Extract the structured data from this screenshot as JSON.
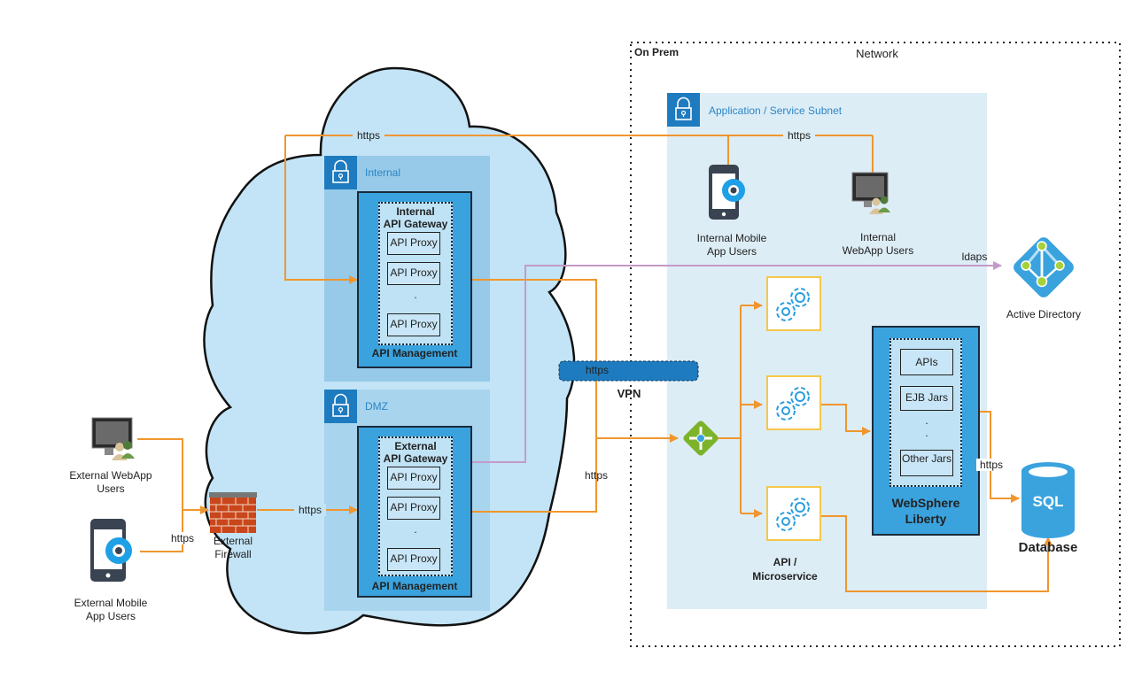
{
  "network": {
    "on_prem_label": "On Prem",
    "title": "Network"
  },
  "subnet": {
    "title": "Application / Service Subnet"
  },
  "cloud": {
    "internal_zone": {
      "title": "Internal",
      "gateway_title_line1": "Internal",
      "gateway_title_line2": "API Gateway",
      "proxies": [
        "API Proxy",
        "API Proxy",
        "API Proxy"
      ],
      "ellipsis": ".",
      "management_label": "API Management"
    },
    "dmz_zone": {
      "title": "DMZ",
      "gateway_title_line1": "External",
      "gateway_title_line2": "API Gateway",
      "proxies": [
        "API Proxy",
        "API Proxy",
        "API Proxy"
      ],
      "ellipsis": ".",
      "management_label": "API Management"
    }
  },
  "external": {
    "webapp_users_line1": "External WebApp",
    "webapp_users_line2": "Users",
    "mobile_users_line1": "External Mobile",
    "mobile_users_line2": "App Users",
    "firewall_line1": "External",
    "firewall_line2": "Firewall"
  },
  "internal_users": {
    "mobile_line1": "Internal Mobile",
    "mobile_line2": "App Users",
    "webapp_line1": "Internal",
    "webapp_line2": "WebApp Users"
  },
  "vpn": {
    "tunnel_label": "https",
    "label": "VPN"
  },
  "services": {
    "microservice_label_line1": "API /",
    "microservice_label_line2": "Microservice"
  },
  "websphere": {
    "items": [
      "APIs",
      "EJB Jars",
      "Other Jars"
    ],
    "ellipsis": ".",
    "title_line1": "WebSphere",
    "title_line2": "Liberty"
  },
  "active_directory": {
    "label": "Active Directory"
  },
  "database": {
    "icon_text": "SQL",
    "label": "Database"
  },
  "connections": {
    "https_top": "https",
    "https_subnet": "https",
    "ldaps": "ldaps",
    "https_external_mobile": "https",
    "https_firewall": "https",
    "https_dmz_out": "https",
    "https_db": "https"
  },
  "colors": {
    "flow_orange": "#f0962e",
    "ldaps_purple": "#c49ac8",
    "cloud_fill": "#c2e4f6",
    "zone_fill": "#96cae8",
    "subnet_fill": "#ddedf6",
    "mgmt_blue": "#3aa3de",
    "lock_blue": "#1e7bbf"
  }
}
